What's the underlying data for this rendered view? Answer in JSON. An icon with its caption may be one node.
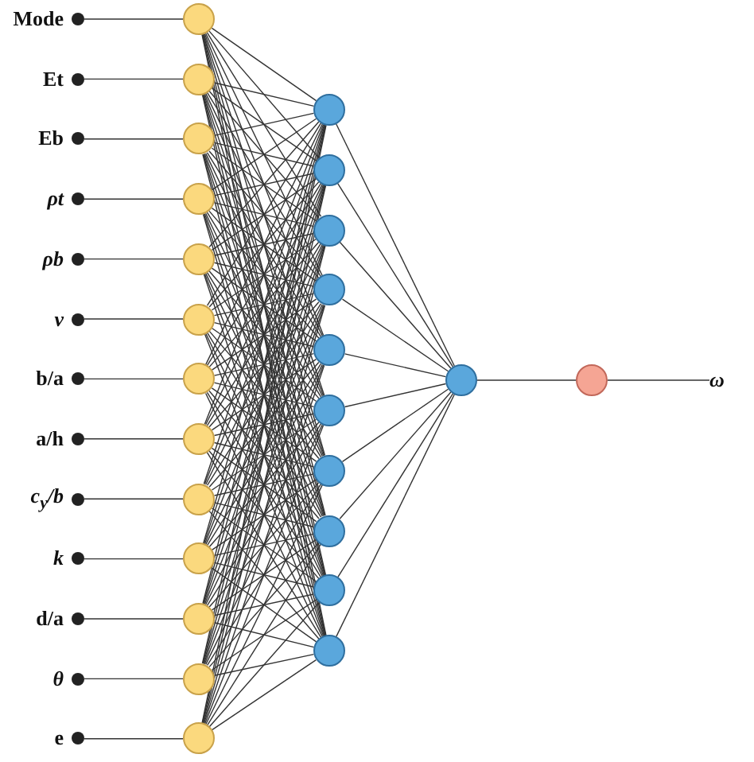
{
  "diagram": {
    "nodes": [
      {
        "text": [
          "Mode"
        ]
      },
      {
        "text": [
          "Et"
        ]
      },
      {
        "text": [
          "Eb"
        ]
      },
      {
        "text": [
          "*ρt*"
        ]
      },
      {
        "text": [
          "*ρb*"
        ]
      },
      {
        "text": [
          "*ν*"
        ]
      },
      {
        "text": [
          "b/a"
        ]
      },
      {
        "text": [
          "a/h"
        ]
      },
      {
        "text": [
          "*c*$_{y}$*/b*"
        ]
      },
      {
        "text": [
          "*k*"
        ]
      },
      {
        "text": [
          "d/a"
        ]
      },
      {
        "text": [
          "*θ*"
        ]
      },
      {
        "text": [
          "e"
        ]
      },
      {
        "text": [],
        "shape": "circle"
      },
      {
        "text": [],
        "shape": "circle"
      },
      {
        "text": [],
        "shape": "circle"
      },
      {
        "text": [],
        "shape": "circle"
      },
      {
        "text": [],
        "shape": "circle"
      },
      {
        "text": [],
        "shape": "circle"
      },
      {
        "text": [],
        "shape": "circle"
      },
      {
        "text": [],
        "shape": "circle"
      },
      {
        "text": [],
        "shape": "circle"
      },
      {
        "text": [],
        "shape": "circle"
      },
      {
        "text": [],
        "shape": "circle"
      },
      {
        "text": [],
        "shape": "circle"
      },
      {
        "text": [],
        "shape": "circle"
      },
      {
        "text": [],
        "shape": "circle"
      },
      {
        "text": [],
        "shape": "circle"
      },
      {
        "text": [],
        "shape": "circle"
      },
      {
        "text": [],
        "shape": "circle"
      },
      {
        "text": [],
        "shape": "circle"
      },
      {
        "text": [],
        "shape": "circle"
      },
      {
        "text": [],
        "shape": "circle"
      },
      {
        "text": [],
        "shape": "circle"
      },
      {
        "text": [],
        "shape": "circle"
      },
      {
        "text": [],
        "shape": "circle"
      },
      {
        "text": [],
        "shape": "circle"
      },
      {
        "text": [],
        "shape": "circle"
      },
      {
        "text": [
          "*ω*"
        ]
      }
    ],
    "edges": [
      {
        "from": 0,
        "to": 13,
        "arrow": "none"
      },
      {
        "from": 1,
        "to": 14,
        "arrow": "none"
      },
      {
        "from": 2,
        "to": 15,
        "arrow": "none"
      },
      {
        "from": 3,
        "to": 16,
        "arrow": "none"
      },
      {
        "from": 4,
        "to": 17,
        "arrow": "none"
      },
      {
        "from": 5,
        "to": 18,
        "arrow": "none"
      },
      {
        "from": 6,
        "to": 19,
        "arrow": "none"
      },
      {
        "from": 7,
        "to": 20,
        "arrow": "none"
      },
      {
        "from": 8,
        "to": 21,
        "arrow": "none"
      },
      {
        "from": 9,
        "to": 22,
        "arrow": "none"
      },
      {
        "from": 10,
        "to": 23,
        "arrow": "none"
      },
      {
        "from": 11,
        "to": 24,
        "arrow": "none"
      },
      {
        "from": 12,
        "to": 25,
        "arrow": "none"
      },
      {
        "from": 13,
        "to": 26,
        "arrow": "none"
      },
      {
        "from": 13,
        "to": 27,
        "arrow": "none"
      },
      {
        "from": 13,
        "to": 28,
        "arrow": "none"
      },
      {
        "from": 13,
        "to": 29,
        "arrow": "none"
      },
      {
        "from": 13,
        "to": 30,
        "arrow": "none"
      },
      {
        "from": 13,
        "to": 31,
        "arrow": "none"
      },
      {
        "from": 13,
        "to": 32,
        "arrow": "none"
      },
      {
        "from": 13,
        "to": 33,
        "arrow": "none"
      },
      {
        "from": 13,
        "to": 34,
        "arrow": "none"
      },
      {
        "from": 13,
        "to": 35,
        "arrow": "none"
      },
      {
        "from": 14,
        "to": 26,
        "arrow": "none"
      },
      {
        "from": 14,
        "to": 27,
        "arrow": "none"
      },
      {
        "from": 14,
        "to": 28,
        "arrow": "none"
      },
      {
        "from": 14,
        "to": 29,
        "arrow": "none"
      },
      {
        "from": 14,
        "to": 30,
        "arrow": "none"
      },
      {
        "from": 14,
        "to": 31,
        "arrow": "none"
      },
      {
        "from": 14,
        "to": 32,
        "arrow": "none"
      },
      {
        "from": 14,
        "to": 33,
        "arrow": "none"
      },
      {
        "from": 14,
        "to": 34,
        "arrow": "none"
      },
      {
        "from": 14,
        "to": 35,
        "arrow": "none"
      },
      {
        "from": 15,
        "to": 26,
        "arrow": "none"
      },
      {
        "from": 15,
        "to": 27,
        "arrow": "none"
      },
      {
        "from": 15,
        "to": 28,
        "arrow": "none"
      },
      {
        "from": 15,
        "to": 29,
        "arrow": "none"
      },
      {
        "from": 15,
        "to": 30,
        "arrow": "none"
      },
      {
        "from": 15,
        "to": 31,
        "arrow": "none"
      },
      {
        "from": 15,
        "to": 32,
        "arrow": "none"
      },
      {
        "from": 15,
        "to": 33,
        "arrow": "none"
      },
      {
        "from": 15,
        "to": 34,
        "arrow": "none"
      },
      {
        "from": 15,
        "to": 35,
        "arrow": "none"
      },
      {
        "from": 16,
        "to": 26,
        "arrow": "none"
      },
      {
        "from": 16,
        "to": 27,
        "arrow": "none"
      },
      {
        "from": 16,
        "to": 28,
        "arrow": "none"
      },
      {
        "from": 16,
        "to": 29,
        "arrow": "none"
      },
      {
        "from": 16,
        "to": 30,
        "arrow": "none"
      },
      {
        "from": 16,
        "to": 31,
        "arrow": "none"
      },
      {
        "from": 16,
        "to": 32,
        "arrow": "none"
      },
      {
        "from": 16,
        "to": 33,
        "arrow": "none"
      },
      {
        "from": 16,
        "to": 34,
        "arrow": "none"
      },
      {
        "from": 16,
        "to": 35,
        "arrow": "none"
      },
      {
        "from": 17,
        "to": 26,
        "arrow": "none"
      },
      {
        "from": 17,
        "to": 27,
        "arrow": "none"
      },
      {
        "from": 17,
        "to": 28,
        "arrow": "none"
      },
      {
        "from": 17,
        "to": 29,
        "arrow": "none"
      },
      {
        "from": 17,
        "to": 30,
        "arrow": "none"
      },
      {
        "from": 17,
        "to": 31,
        "arrow": "none"
      },
      {
        "from": 17,
        "to": 32,
        "arrow": "none"
      },
      {
        "from": 17,
        "to": 33,
        "arrow": "none"
      },
      {
        "from": 17,
        "to": 34,
        "arrow": "none"
      },
      {
        "from": 17,
        "to": 35,
        "arrow": "none"
      },
      {
        "from": 18,
        "to": 26,
        "arrow": "none"
      },
      {
        "from": 18,
        "to": 27,
        "arrow": "none"
      },
      {
        "from": 18,
        "to": 28,
        "arrow": "none"
      },
      {
        "from": 18,
        "to": 29,
        "arrow": "none"
      },
      {
        "from": 18,
        "to": 30,
        "arrow": "none"
      },
      {
        "from": 18,
        "to": 31,
        "arrow": "none"
      },
      {
        "from": 18,
        "to": 32,
        "arrow": "none"
      },
      {
        "from": 18,
        "to": 33,
        "arrow": "none"
      },
      {
        "from": 18,
        "to": 34,
        "arrow": "none"
      },
      {
        "from": 18,
        "to": 35,
        "arrow": "none"
      },
      {
        "from": 19,
        "to": 26,
        "arrow": "none"
      },
      {
        "from": 19,
        "to": 27,
        "arrow": "none"
      },
      {
        "from": 19,
        "to": 28,
        "arrow": "none"
      },
      {
        "from": 19,
        "to": 29,
        "arrow": "none"
      },
      {
        "from": 19,
        "to": 30,
        "arrow": "none"
      },
      {
        "from": 19,
        "to": 31,
        "arrow": "none"
      },
      {
        "from": 19,
        "to": 32,
        "arrow": "none"
      },
      {
        "from": 19,
        "to": 33,
        "arrow": "none"
      },
      {
        "from": 19,
        "to": 34,
        "arrow": "none"
      },
      {
        "from": 19,
        "to": 35,
        "arrow": "none"
      },
      {
        "from": 20,
        "to": 26,
        "arrow": "none"
      },
      {
        "from": 20,
        "to": 27,
        "arrow": "none"
      },
      {
        "from": 20,
        "to": 28,
        "arrow": "none"
      },
      {
        "from": 20,
        "to": 29,
        "arrow": "none"
      },
      {
        "from": 20,
        "to": 30,
        "arrow": "none"
      },
      {
        "from": 20,
        "to": 31,
        "arrow": "none"
      },
      {
        "from": 20,
        "to": 32,
        "arrow": "none"
      },
      {
        "from": 20,
        "to": 33,
        "arrow": "none"
      },
      {
        "from": 20,
        "to": 34,
        "arrow": "none"
      },
      {
        "from": 20,
        "to": 35,
        "arrow": "none"
      },
      {
        "from": 21,
        "to": 26,
        "arrow": "none"
      },
      {
        "from": 21,
        "to": 27,
        "arrow": "none"
      },
      {
        "from": 21,
        "to": 28,
        "arrow": "none"
      },
      {
        "from": 21,
        "to": 29,
        "arrow": "none"
      },
      {
        "from": 21,
        "to": 30,
        "arrow": "none"
      },
      {
        "from": 21,
        "to": 31,
        "arrow": "none"
      },
      {
        "from": 21,
        "to": 32,
        "arrow": "none"
      },
      {
        "from": 21,
        "to": 33,
        "arrow": "none"
      },
      {
        "from": 21,
        "to": 34,
        "arrow": "none"
      },
      {
        "from": 21,
        "to": 35,
        "arrow": "none"
      },
      {
        "from": 22,
        "to": 26,
        "arrow": "none"
      },
      {
        "from": 22,
        "to": 27,
        "arrow": "none"
      },
      {
        "from": 22,
        "to": 28,
        "arrow": "none"
      },
      {
        "from": 22,
        "to": 29,
        "arrow": "none"
      },
      {
        "from": 22,
        "to": 30,
        "arrow": "none"
      },
      {
        "from": 22,
        "to": 31,
        "arrow": "none"
      },
      {
        "from": 22,
        "to": 32,
        "arrow": "none"
      },
      {
        "from": 22,
        "to": 33,
        "arrow": "none"
      },
      {
        "from": 22,
        "to": 34,
        "arrow": "none"
      },
      {
        "from": 22,
        "to": 35,
        "arrow": "none"
      },
      {
        "from": 23,
        "to": 26,
        "arrow": "none"
      },
      {
        "from": 23,
        "to": 27,
        "arrow": "none"
      },
      {
        "from": 23,
        "to": 28,
        "arrow": "none"
      },
      {
        "from": 23,
        "to": 29,
        "arrow": "none"
      },
      {
        "from": 23,
        "to": 30,
        "arrow": "none"
      },
      {
        "from": 23,
        "to": 31,
        "arrow": "none"
      },
      {
        "from": 23,
        "to": 32,
        "arrow": "none"
      },
      {
        "from": 23,
        "to": 33,
        "arrow": "none"
      },
      {
        "from": 23,
        "to": 34,
        "arrow": "none"
      },
      {
        "from": 23,
        "to": 35,
        "arrow": "none"
      },
      {
        "from": 24,
        "to": 26,
        "arrow": "none"
      },
      {
        "from": 24,
        "to": 27,
        "arrow": "none"
      },
      {
        "from": 24,
        "to": 28,
        "arrow": "none"
      },
      {
        "from": 24,
        "to": 29,
        "arrow": "none"
      },
      {
        "from": 24,
        "to": 30,
        "arrow": "none"
      },
      {
        "from": 24,
        "to": 31,
        "arrow": "none"
      },
      {
        "from": 24,
        "to": 32,
        "arrow": "none"
      },
      {
        "from": 24,
        "to": 33,
        "arrow": "none"
      },
      {
        "from": 24,
        "to": 34,
        "arrow": "none"
      },
      {
        "from": 24,
        "to": 35,
        "arrow": "none"
      },
      {
        "from": 25,
        "to": 26,
        "arrow": "none"
      },
      {
        "from": 25,
        "to": 27,
        "arrow": "none"
      },
      {
        "from": 25,
        "to": 28,
        "arrow": "none"
      },
      {
        "from": 25,
        "to": 29,
        "arrow": "none"
      },
      {
        "from": 25,
        "to": 30,
        "arrow": "none"
      },
      {
        "from": 25,
        "to": 31,
        "arrow": "none"
      },
      {
        "from": 25,
        "to": 32,
        "arrow": "none"
      },
      {
        "from": 25,
        "to": 33,
        "arrow": "none"
      },
      {
        "from": 25,
        "to": 34,
        "arrow": "none"
      },
      {
        "from": 25,
        "to": 35,
        "arrow": "none"
      },
      {
        "from": 26,
        "to": 36,
        "arrow": "none"
      },
      {
        "from": 27,
        "to": 36,
        "arrow": "none"
      },
      {
        "from": 28,
        "to": 36,
        "arrow": "none"
      },
      {
        "from": 29,
        "to": 36,
        "arrow": "none"
      },
      {
        "from": 30,
        "to": 36,
        "arrow": "none"
      },
      {
        "from": 31,
        "to": 36,
        "arrow": "none"
      },
      {
        "from": 32,
        "to": 36,
        "arrow": "none"
      },
      {
        "from": 33,
        "to": 36,
        "arrow": "none"
      },
      {
        "from": 34,
        "to": 36,
        "arrow": "none"
      },
      {
        "from": 35,
        "to": 36,
        "arrow": "none"
      },
      {
        "from": 36,
        "to": 37,
        "arrow": "none"
      },
      {
        "from": 37,
        "to": 38,
        "arrow": "none"
      }
    ]
  }
}
